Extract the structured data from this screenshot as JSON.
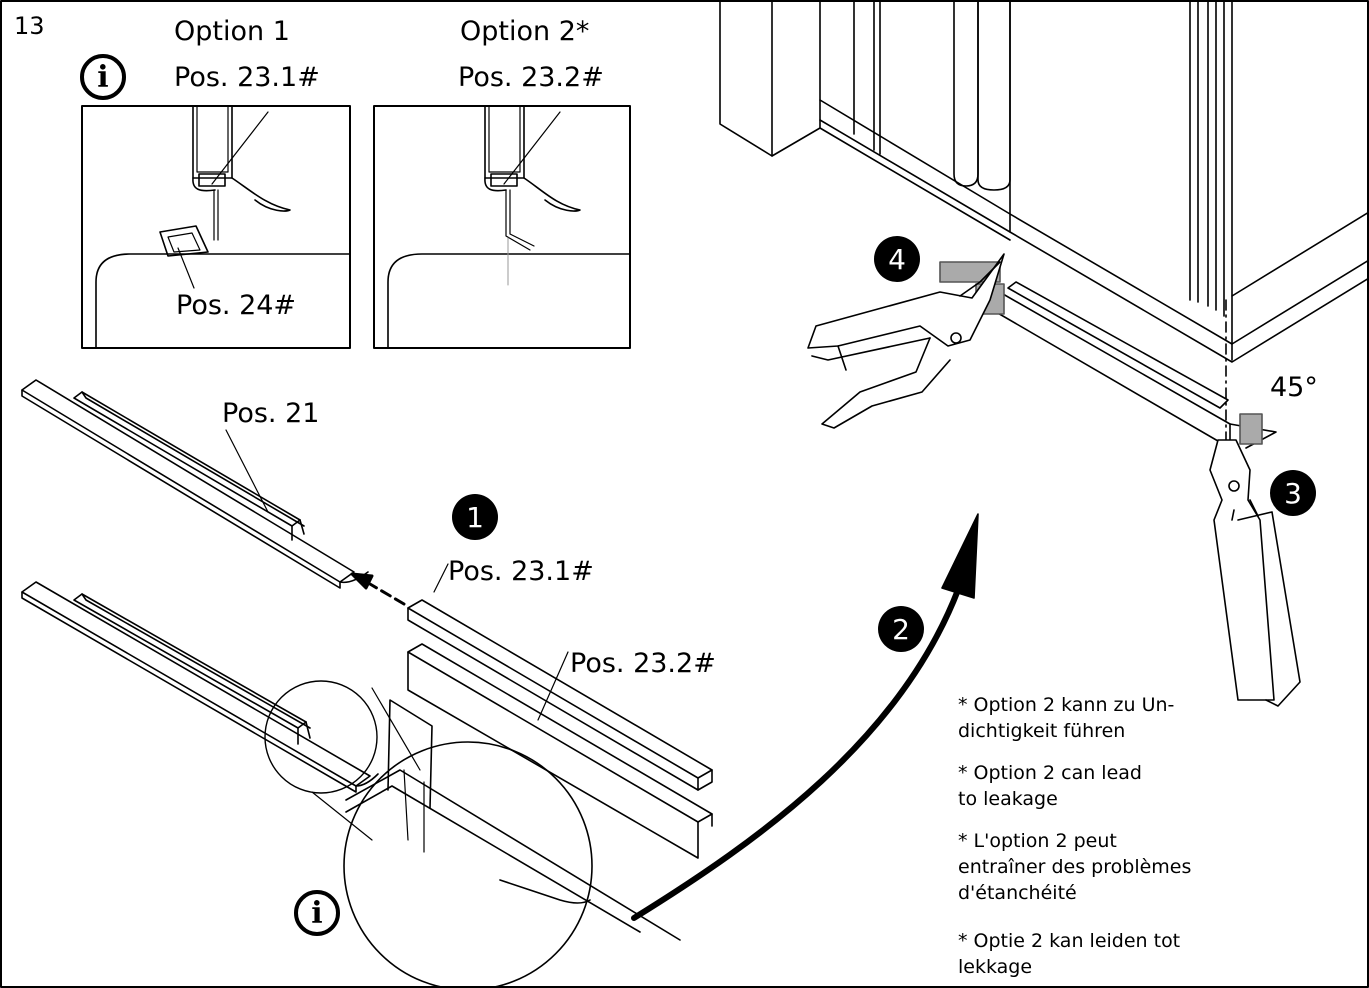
{
  "step_number": "13",
  "options": {
    "option1": {
      "title": "Option 1",
      "pos": "Pos. 23.1#"
    },
    "option2": {
      "title": "Option 2*",
      "pos": "Pos. 23.2#"
    }
  },
  "labels": {
    "pos24": "Pos. 24#",
    "pos21": "Pos. 21",
    "pos23_1": "Pos. 23.1#",
    "pos23_2": "Pos. 23.2#",
    "angle": "45°"
  },
  "badges": {
    "b1": "1",
    "b2": "2",
    "b3": "3",
    "b4": "4"
  },
  "info_icon": "i",
  "notes": {
    "de_line1": "* Option 2 kann zu Un-",
    "de_line2": "dichtigkeit führen",
    "en_line1": "* Option 2 can lead",
    "en_line2": "to leakage",
    "fr_line1": "* L'option 2 peut",
    "fr_line2": "entraîner des problèmes",
    "fr_line3": "d'étanchéité",
    "nl_line1": "* Optie 2 kan leiden tot",
    "nl_line2": "lekkage"
  },
  "icons": [
    "info-icon",
    "arrow-icon",
    "pliers-icon"
  ]
}
